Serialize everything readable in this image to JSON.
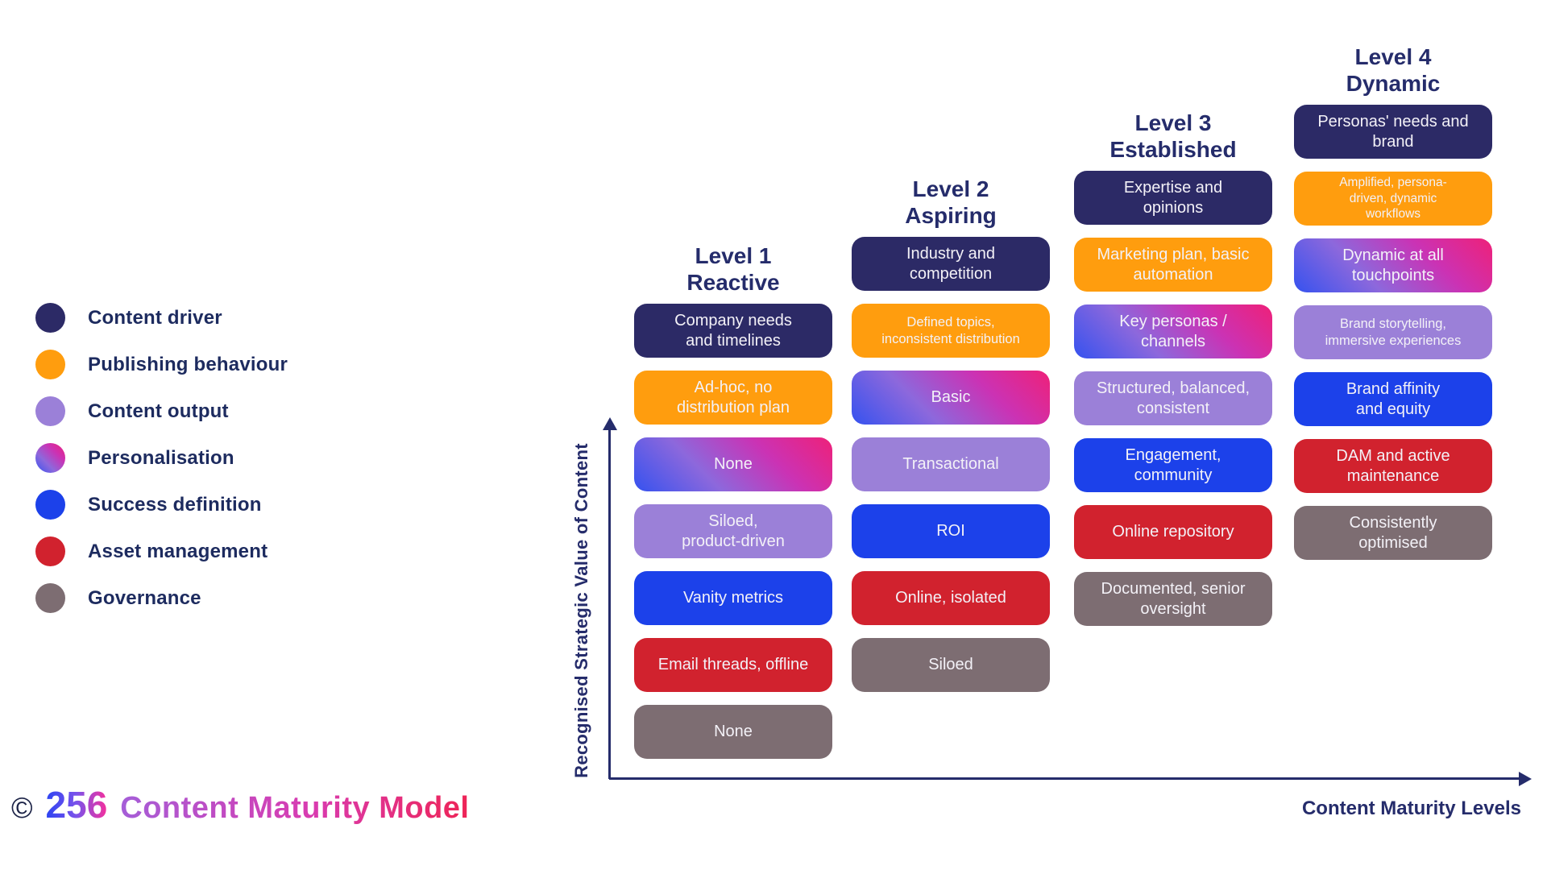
{
  "categories": [
    {
      "key": "content-driver",
      "label": "Content driver",
      "color": "#2c2a66"
    },
    {
      "key": "publishing-behaviour",
      "label": "Publishing behaviour",
      "color": "#ff9d0e"
    },
    {
      "key": "content-output",
      "label": "Content output",
      "color": "#9b80d8"
    },
    {
      "key": "personalisation",
      "label": "Personalisation",
      "gradient": [
        "#3552ef 0%",
        "#8d68dc 35%",
        "#cb32b4 68%",
        "#ee2179 100%"
      ]
    },
    {
      "key": "success-definition",
      "label": "Success definition",
      "color": "#1c41ea"
    },
    {
      "key": "asset-management",
      "label": "Asset management",
      "color": "#d1222e"
    },
    {
      "key": "governance",
      "label": "Governance",
      "color": "#7d6d72"
    }
  ],
  "columns": [
    {
      "title_line1": "Level 1",
      "title_line2": "Reactive",
      "boxes": [
        {
          "category": "content-driver",
          "text": "Company needs\nand timelines"
        },
        {
          "category": "publishing-behaviour",
          "text": "Ad-hoc, no\ndistribution plan"
        },
        {
          "category": "personalisation",
          "text": "None"
        },
        {
          "category": "content-output",
          "text": "Siloed,\nproduct-driven"
        },
        {
          "category": "success-definition",
          "text": "Vanity metrics"
        },
        {
          "category": "asset-management",
          "text": "Email threads, offline"
        },
        {
          "category": "governance",
          "text": "None"
        }
      ]
    },
    {
      "title_line1": "Level 2",
      "title_line2": "Aspiring",
      "boxes": [
        {
          "category": "content-driver",
          "text": "Industry and\ncompetition"
        },
        {
          "category": "publishing-behaviour",
          "text": "Defined topics,\ninconsistent distribution"
        },
        {
          "category": "personalisation",
          "text": "Basic"
        },
        {
          "category": "content-output",
          "text": "Transactional"
        },
        {
          "category": "success-definition",
          "text": "ROI"
        },
        {
          "category": "asset-management",
          "text": "Online, isolated"
        },
        {
          "category": "governance",
          "text": "Siloed"
        }
      ]
    },
    {
      "title_line1": "Level 3",
      "title_line2": "Established",
      "boxes": [
        {
          "category": "content-driver",
          "text": "Expertise and\nopinions"
        },
        {
          "category": "publishing-behaviour",
          "text": "Marketing plan, basic\nautomation"
        },
        {
          "category": "personalisation",
          "text": "Key personas /\nchannels"
        },
        {
          "category": "content-output",
          "text": "Structured, balanced,\nconsistent"
        },
        {
          "category": "success-definition",
          "text": "Engagement,\ncommunity"
        },
        {
          "category": "asset-management",
          "text": "Online repository"
        },
        {
          "category": "governance",
          "text": "Documented, senior\noversight"
        }
      ]
    },
    {
      "title_line1": "Level 4",
      "title_line2": "Dynamic",
      "boxes": [
        {
          "category": "content-driver",
          "text": "Personas' needs and\nbrand"
        },
        {
          "category": "publishing-behaviour",
          "text": "Amplified, persona-\ndriven, dynamic\nworkflows"
        },
        {
          "category": "personalisation",
          "text": "Dynamic at all\ntouchpoints"
        },
        {
          "category": "content-output",
          "text": "Brand storytelling,\nimmersive experiences"
        },
        {
          "category": "success-definition",
          "text": "Brand affinity\nand equity"
        },
        {
          "category": "asset-management",
          "text": "DAM and active\nmaintenance"
        },
        {
          "category": "governance",
          "text": "Consistently\noptimised"
        }
      ]
    }
  ],
  "axes": {
    "y_label": "Recognised Strategic Value of Content",
    "x_label": "Content Maturity Levels"
  },
  "footer": {
    "copyright": "©",
    "brand": "256",
    "title": "Content Maturity Model"
  },
  "colors": {
    "header_navy": "#252c6b",
    "axis_navy": "#252c6b",
    "box_text": "#f3f1f7",
    "brand_gradient_start": "#2c44f2",
    "brand_gradient_end": "#f5309c",
    "title_gradient_start": "#a55ed8",
    "title_gradient_end": "#ee2456"
  }
}
